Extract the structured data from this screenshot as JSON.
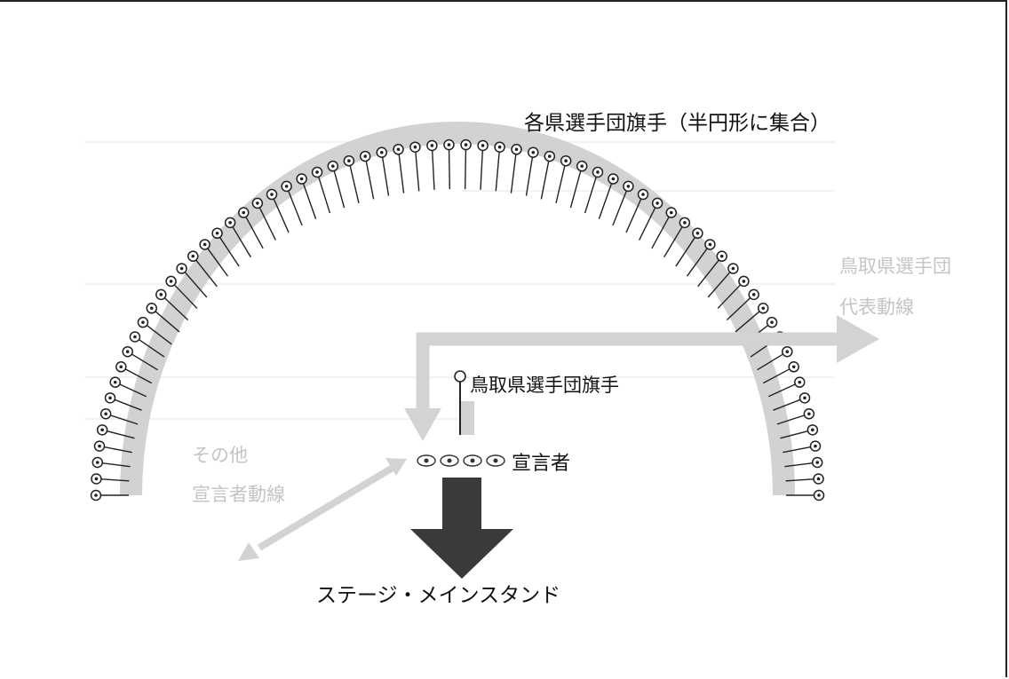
{
  "labels": {
    "flag_bearers_semicircle": "各県選手団旗手（半円形に集合）",
    "tottori_flag_bearer": "鳥取県選手団旗手",
    "declarers": "宣言者",
    "stage_main_stand": "ステージ・メインスタンド",
    "other_declarer_path_line1": "その他",
    "other_declarer_path_line2": "宣言者動線",
    "tottori_rep_path_line1": "鳥取県選手団",
    "tottori_rep_path_line2": "代表動線"
  },
  "diagram": {
    "flag_bearer_count": 68,
    "declarer_count": 4
  },
  "colors": {
    "ink": "#111111",
    "pale_arrow": "#d3d3d3",
    "pale_text": "#c4c4c4",
    "dark_arrow": "#3a3a3a",
    "band": "#d2d2d2"
  }
}
